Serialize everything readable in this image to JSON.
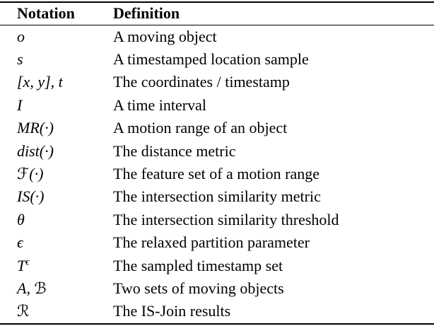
{
  "table": {
    "headers": [
      "Notation",
      "Definition"
    ],
    "rows": [
      [
        "o",
        "A moving object"
      ],
      [
        "s",
        "A timestamped location sample"
      ],
      [
        "[x, y], t",
        "The coordinates / timestamp"
      ],
      [
        "I",
        "A time interval"
      ],
      [
        "MR(·)",
        "A motion range of an object"
      ],
      [
        "dist(·)",
        "The distance metric"
      ],
      [
        "ℱ(·)",
        "The feature set of a motion range"
      ],
      [
        "IS(·)",
        "The intersection similarity metric"
      ],
      [
        "θ",
        "The intersection similarity threshold"
      ],
      [
        "ϵ",
        "The relaxed partition parameter"
      ],
      [
        "T^{ϵ}",
        "The sampled timestamp set"
      ],
      [
        "𝒜, ℬ",
        "Two sets of moving objects"
      ],
      [
        "ℛ",
        "The IS-Join results"
      ]
    ],
    "colors": {
      "text": "#000000",
      "background": "#ffffff",
      "rule": "#000000"
    }
  }
}
